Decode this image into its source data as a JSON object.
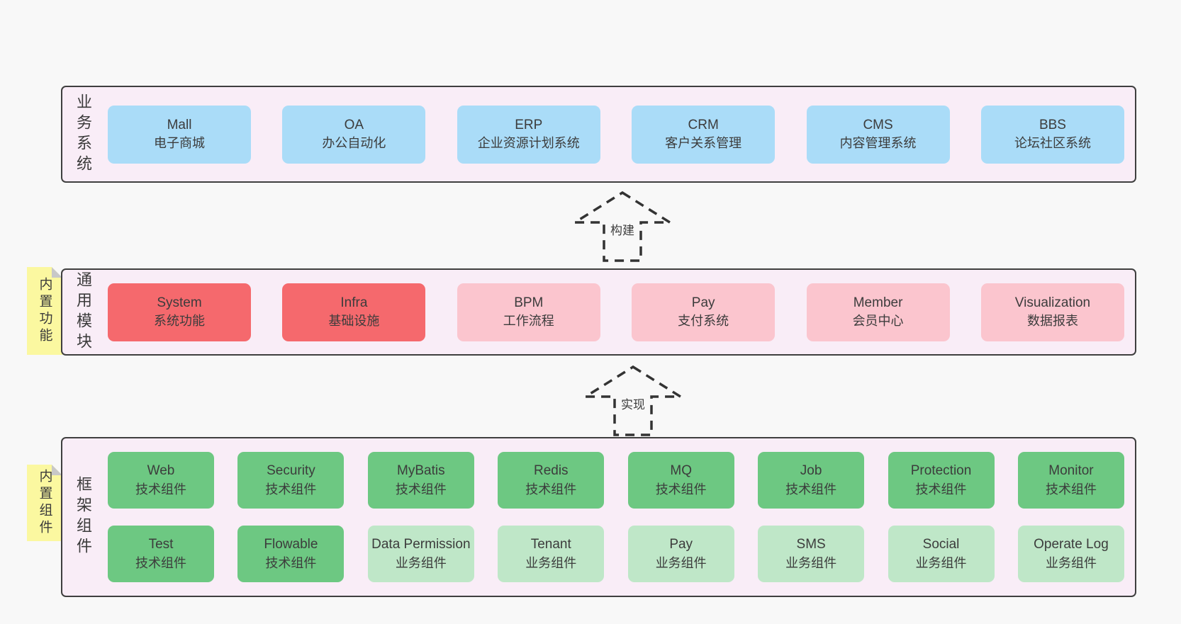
{
  "colors": {
    "page_bg": "#f8f8f8",
    "layer_bg": "#f9edf7",
    "layer_border": "#3f3f3f",
    "blue_box": "#aadcf8",
    "red_box": "#f5696d",
    "pink_box": "#fbc5ce",
    "green_box": "#6dc882",
    "light_green_box": "#bfe7c8",
    "note_bg": "#fbf8a0",
    "note_fold": "#c8c8c8",
    "text": "#3b3b3b"
  },
  "arrows": [
    {
      "label": "构建"
    },
    {
      "label": "实现"
    }
  ],
  "layers": [
    {
      "label": "业务系统",
      "boxes": [
        {
          "name": "Mall",
          "sub": "电子商城"
        },
        {
          "name": "OA",
          "sub": "办公自动化"
        },
        {
          "name": "ERP",
          "sub": "企业资源计划系统"
        },
        {
          "name": "CRM",
          "sub": "客户关系管理"
        },
        {
          "name": "CMS",
          "sub": "内容管理系统"
        },
        {
          "name": "BBS",
          "sub": "论坛社区系统"
        }
      ]
    },
    {
      "label": "通用模块",
      "note": "内置功能",
      "boxes": [
        {
          "name": "System",
          "sub": "系统功能"
        },
        {
          "name": "Infra",
          "sub": "基础设施"
        },
        {
          "name": "BPM",
          "sub": "工作流程"
        },
        {
          "name": "Pay",
          "sub": "支付系统"
        },
        {
          "name": "Member",
          "sub": "会员中心"
        },
        {
          "name": "Visualization",
          "sub": "数据报表"
        }
      ]
    },
    {
      "label": "框架组件",
      "note": "内置组件",
      "rows": [
        [
          {
            "name": "Web",
            "sub": "技术组件"
          },
          {
            "name": "Security",
            "sub": "技术组件"
          },
          {
            "name": "MyBatis",
            "sub": "技术组件"
          },
          {
            "name": "Redis",
            "sub": "技术组件"
          },
          {
            "name": "MQ",
            "sub": "技术组件"
          },
          {
            "name": "Job",
            "sub": "技术组件"
          },
          {
            "name": "Protection",
            "sub": "技术组件"
          },
          {
            "name": "Monitor",
            "sub": "技术组件"
          }
        ],
        [
          {
            "name": "Test",
            "sub": "技术组件"
          },
          {
            "name": "Flowable",
            "sub": "技术组件"
          },
          {
            "name": "Data Permission",
            "sub": "业务组件"
          },
          {
            "name": "Tenant",
            "sub": "业务组件"
          },
          {
            "name": "Pay",
            "sub": "业务组件"
          },
          {
            "name": "SMS",
            "sub": "业务组件"
          },
          {
            "name": "Social",
            "sub": "业务组件"
          },
          {
            "name": "Operate Log",
            "sub": "业务组件"
          }
        ]
      ]
    }
  ]
}
